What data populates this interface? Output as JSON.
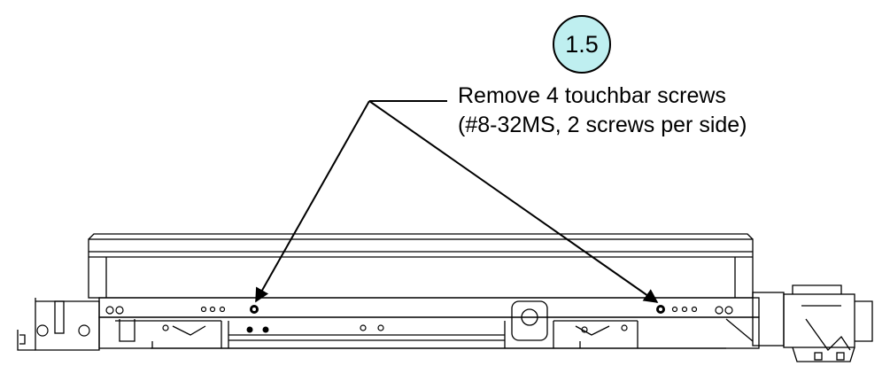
{
  "step": {
    "number": "1.5",
    "badge_color": "#bfeff0"
  },
  "callout": {
    "line1": "Remove 4 touchbar screws",
    "line2": "(#8-32MS, 2 screws per side)"
  },
  "colors": {
    "ink": "#000000",
    "background": "#ffffff"
  }
}
